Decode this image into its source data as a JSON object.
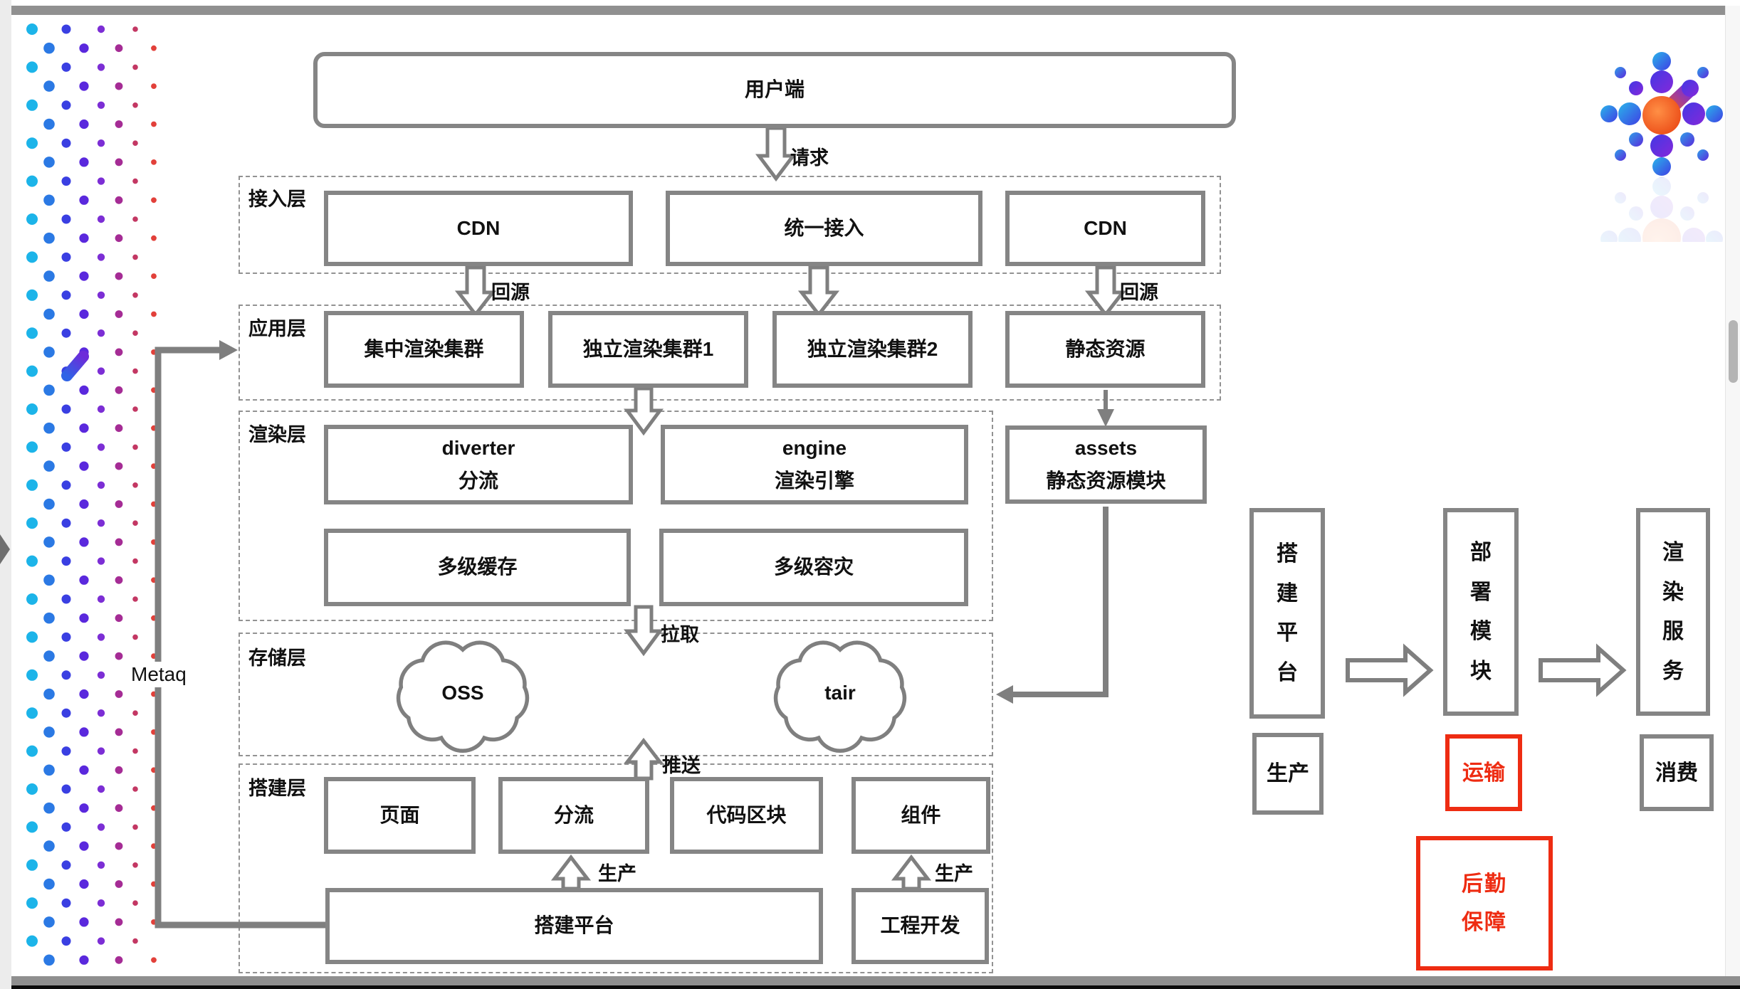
{
  "diagram": {
    "client": "用户端",
    "metaq": "Metaq",
    "arrow_labels": {
      "request": "请求",
      "origin_left": "回源",
      "origin_right": "回源",
      "pull": "拉取",
      "push": "推送",
      "produce_left": "生产",
      "produce_right": "生产"
    },
    "access": {
      "label": "接入层",
      "boxes": [
        "CDN",
        "统一接入",
        "CDN"
      ]
    },
    "application": {
      "label": "应用层",
      "boxes": [
        "集中渲染集群",
        "独立渲染集群1",
        "独立渲染集群2",
        "静态资源"
      ]
    },
    "render": {
      "label": "渲染层",
      "diverter_en": "diverter",
      "diverter_zh": "分流",
      "engine_en": "engine",
      "engine_zh": "渲染引擎",
      "assets_en": "assets",
      "assets_zh": "静态资源模块",
      "cache": "多级缓存",
      "failover": "多级容灾"
    },
    "storage": {
      "label": "存储层",
      "oss": "OSS",
      "tair": "tair"
    },
    "build": {
      "label": "搭建层",
      "boxes": [
        "页面",
        "分流",
        "代码区块",
        "组件"
      ],
      "platform": "搭建平台",
      "engineering": "工程开发"
    }
  },
  "pipeline": {
    "stage_build": "搭建平台",
    "stage_deploy": "部署模块",
    "stage_render": "渲染服务",
    "producer": "生产",
    "transport": "运输",
    "consumer": "消费",
    "support": "后勤保障"
  },
  "colors": {
    "accent_red": "#ee2c12",
    "diagram_gray": "#7f7f7f"
  }
}
